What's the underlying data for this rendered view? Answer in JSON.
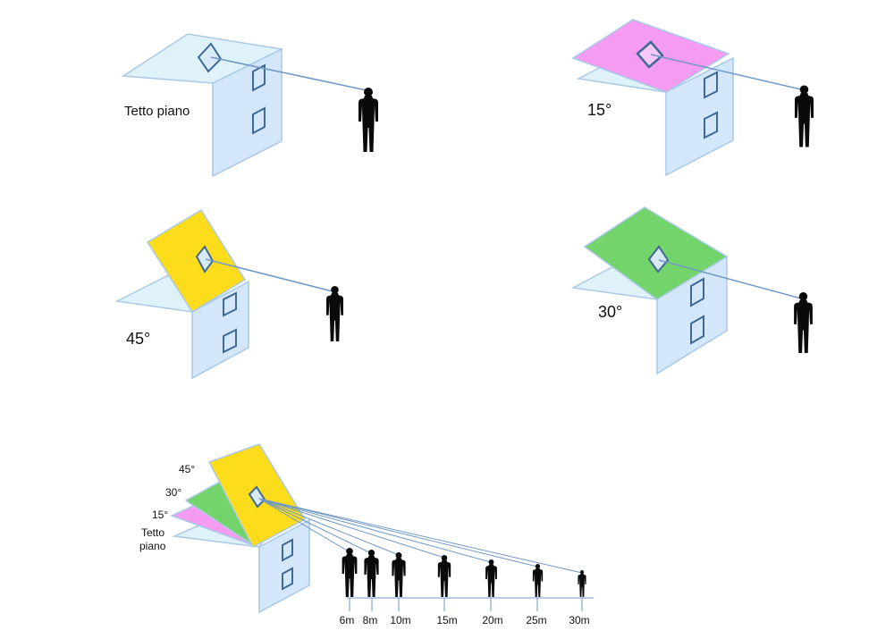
{
  "colors": {
    "wall_fill": "#d3e6fa",
    "wall_stroke": "#a9c9e6",
    "flat_roof_fill": "#dff2fa",
    "roof_15": "#f59cf2",
    "roof_45": "#fddc1b",
    "roof_30": "#72d46a",
    "window_stroke": "#3f6a96",
    "sightline": "#6f98c5",
    "person": "#0a0a0a"
  },
  "panels": [
    {
      "id": "flat",
      "label": "Tetto piano"
    },
    {
      "id": "15",
      "label": "15°"
    },
    {
      "id": "45",
      "label": "45°"
    },
    {
      "id": "30",
      "label": "30°"
    }
  ],
  "comparison": {
    "roof_labels": {
      "r45": "45°",
      "r30": "30°",
      "r15": "15°",
      "flat_line1": "Tetto",
      "flat_line2": "piano"
    },
    "distances": [
      "6m",
      "8m",
      "10m",
      "15m",
      "20m",
      "25m",
      "30m"
    ]
  }
}
